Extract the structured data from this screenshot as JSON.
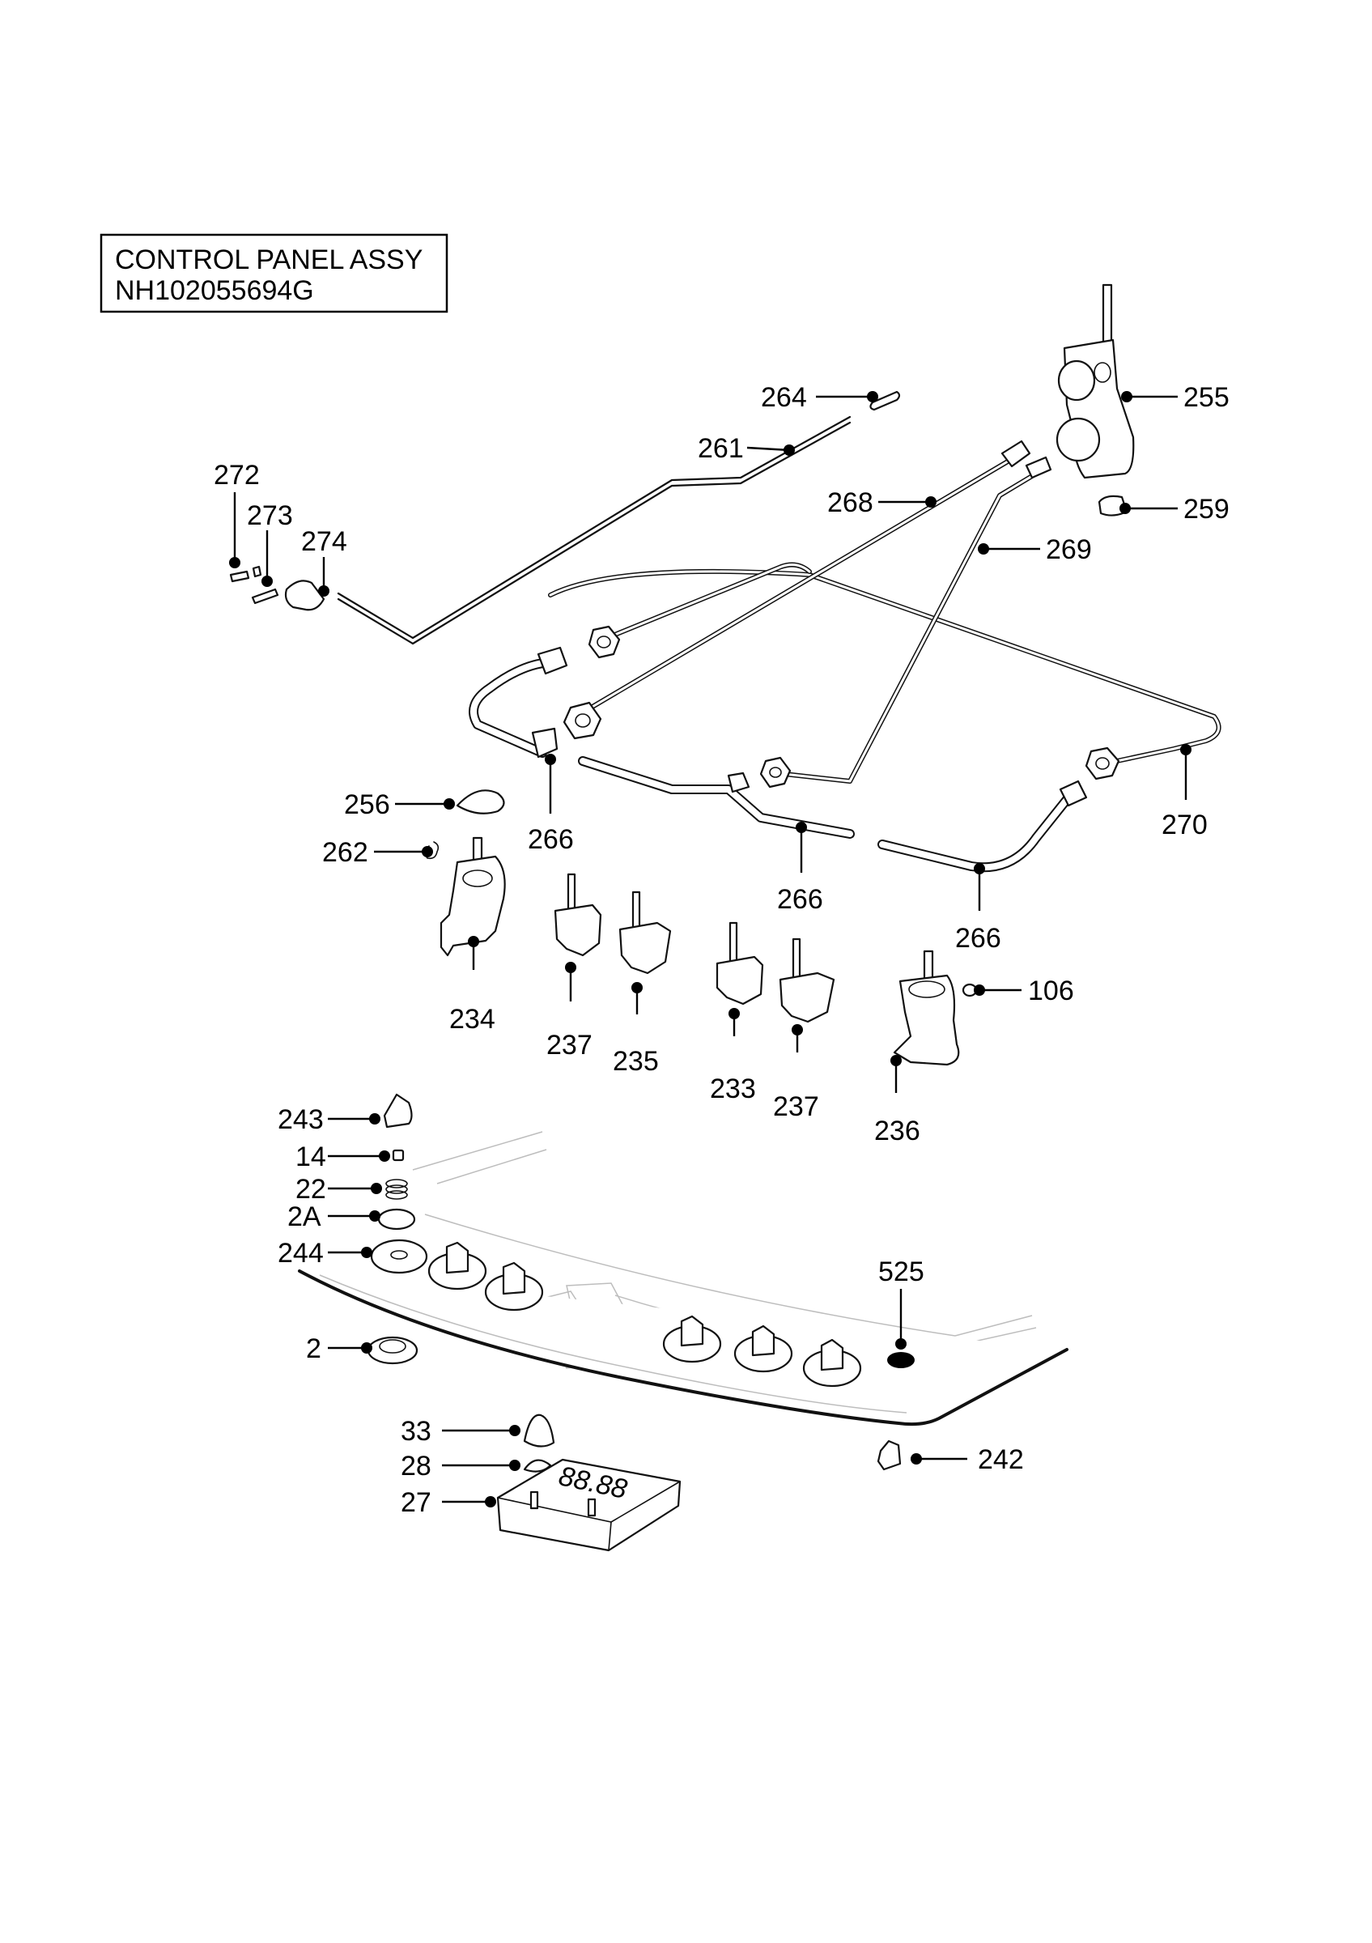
{
  "title": {
    "line1": "CONTROL PANEL ASSY",
    "line2": "NH102055694G"
  },
  "display_text": "88.88",
  "callouts": [
    {
      "id": "c264",
      "label": "264"
    },
    {
      "id": "c261",
      "label": "261"
    },
    {
      "id": "c255",
      "label": "255"
    },
    {
      "id": "c268",
      "label": "268"
    },
    {
      "id": "c259",
      "label": "259"
    },
    {
      "id": "c269",
      "label": "269"
    },
    {
      "id": "c272",
      "label": "272"
    },
    {
      "id": "c273",
      "label": "273"
    },
    {
      "id": "c274",
      "label": "274"
    },
    {
      "id": "c256",
      "label": "256"
    },
    {
      "id": "c262",
      "label": "262"
    },
    {
      "id": "c266a",
      "label": "266"
    },
    {
      "id": "c266b",
      "label": "266"
    },
    {
      "id": "c266c",
      "label": "266"
    },
    {
      "id": "c270",
      "label": "270"
    },
    {
      "id": "c234",
      "label": "234"
    },
    {
      "id": "c237a",
      "label": "237"
    },
    {
      "id": "c235",
      "label": "235"
    },
    {
      "id": "c233",
      "label": "233"
    },
    {
      "id": "c237b",
      "label": "237"
    },
    {
      "id": "c106",
      "label": "106"
    },
    {
      "id": "c236",
      "label": "236"
    },
    {
      "id": "c243",
      "label": "243"
    },
    {
      "id": "c14",
      "label": "14"
    },
    {
      "id": "c22",
      "label": "22"
    },
    {
      "id": "c2A",
      "label": "2A"
    },
    {
      "id": "c244",
      "label": "244"
    },
    {
      "id": "c525",
      "label": "525"
    },
    {
      "id": "c2",
      "label": "2"
    },
    {
      "id": "c33",
      "label": "33"
    },
    {
      "id": "c28",
      "label": "28"
    },
    {
      "id": "c242",
      "label": "242"
    },
    {
      "id": "c27",
      "label": "27"
    }
  ]
}
